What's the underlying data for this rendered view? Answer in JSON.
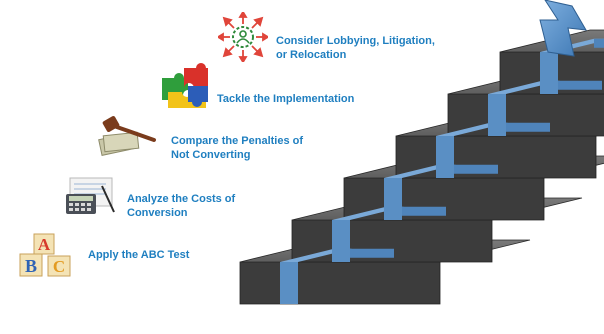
{
  "steps": [
    {
      "label_lines": [
        "Apply the ABC Test"
      ],
      "icon": "abc-blocks-icon"
    },
    {
      "label_lines": [
        "Analyze the Costs of",
        "Conversion"
      ],
      "icon": "calculator-icon"
    },
    {
      "label_lines": [
        "Compare the Penalties of",
        "Not Converting"
      ],
      "icon": "gavel-money-icon"
    },
    {
      "label_lines": [
        "Tackle the Implementation"
      ],
      "icon": "puzzle-icon"
    },
    {
      "label_lines": [
        "Consider Lobbying, Litigation,",
        "or Relocation"
      ],
      "icon": "person-arrows-icon"
    }
  ],
  "blocks": {
    "a": "A",
    "b": "B",
    "c": "C"
  },
  "colors": {
    "label": "#1f7fc0",
    "step_top": "#6e6e6e",
    "step_front": "#3c3c3c",
    "step_side": "#505050",
    "path": "#5a8fc4",
    "arrow": "#5b92c8"
  }
}
